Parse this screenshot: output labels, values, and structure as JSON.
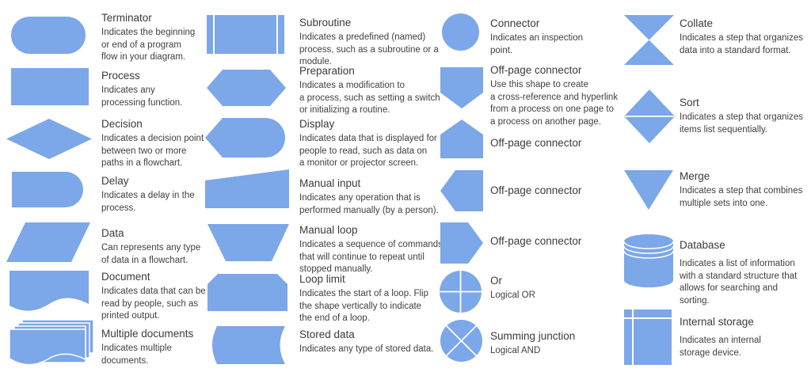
{
  "colors": {
    "shape_fill": "#7CA7E8",
    "shape_divider_line": "#FFFFFF",
    "title_text": "#3B3B3B",
    "description_text": "#404040",
    "background": "#FFFFFF"
  },
  "entries": [
    {
      "shape": "terminator",
      "title": "Terminator",
      "description": "Indicates the beginning\nor end of a program\nflow in your diagram."
    },
    {
      "shape": "process",
      "title": "Process",
      "description": "Indicates any\nprocessing function."
    },
    {
      "shape": "decision",
      "title": "Decision",
      "description": "Indicates a decision point\nbetween two or more\npaths in a flowchart."
    },
    {
      "shape": "delay",
      "title": "Delay",
      "description": "Indicates a delay in the\nprocess."
    },
    {
      "shape": "data",
      "title": "Data",
      "description": "Can represents any type\nof data in a flowchart."
    },
    {
      "shape": "document",
      "title": "Document",
      "description": "Indicates data that can be\nread by people, such as\nprinted output."
    },
    {
      "shape": "multiple-documents",
      "title": "Multiple documents",
      "description": "Indicates multiple\ndocuments."
    },
    {
      "shape": "subroutine",
      "title": "Subroutine",
      "description": "Indicates a predefined (named)\nprocess, such as a subroutine or a\nmodule."
    },
    {
      "shape": "preparation",
      "title": "Preparation",
      "description": "Indicates a modification to\na process, such as setting a switch\nor initializing a routine."
    },
    {
      "shape": "display",
      "title": "Display",
      "description": "Indicates data that is displayed for\npeople to read, such as data on\na monitor or projector screen."
    },
    {
      "shape": "manual-input",
      "title": "Manual input",
      "description": "Indicates any operation that is\nperformed manually (by a person)."
    },
    {
      "shape": "manual-loop",
      "title": "Manual loop",
      "description": "Indicates a sequence of commands\nthat will continue to repeat until\nstopped manually."
    },
    {
      "shape": "loop-limit",
      "title": "Loop limit",
      "description": "Indicates the start of a loop. Flip\nthe shape vertically to indicate\nthe end of a loop."
    },
    {
      "shape": "stored-data",
      "title": "Stored data",
      "description": "Indicates any type of stored data."
    },
    {
      "shape": "connector",
      "title": "Connector",
      "description": "Indicates an inspection\npoint."
    },
    {
      "shape": "off-page-connector-down",
      "title": "Off-page connector",
      "description": "Use this shape to create\na cross-reference and hyperlink\nfrom a process on one page to\na process on another page."
    },
    {
      "shape": "off-page-connector-up",
      "title": "Off-page connector",
      "description": ""
    },
    {
      "shape": "off-page-connector-left",
      "title": "Off-page connector",
      "description": ""
    },
    {
      "shape": "off-page-connector-right",
      "title": "Off-page connector",
      "description": ""
    },
    {
      "shape": "or",
      "title": "Or",
      "description": "Logical OR"
    },
    {
      "shape": "summing-junction",
      "title": "Summing junction",
      "description": "Logical AND"
    },
    {
      "shape": "collate",
      "title": "Collate",
      "description": "Indicates a step that organizes\ndata into a standard format."
    },
    {
      "shape": "sort",
      "title": "Sort",
      "description": "Indicates a step that organizes\nitems list sequentially."
    },
    {
      "shape": "merge",
      "title": "Merge",
      "description": "Indicates a step that combines\nmultiple sets into one."
    },
    {
      "shape": "database",
      "title": "Database",
      "description": "Indicates a list of information\nwith a standard structure that\nallows for searching and\nsorting."
    },
    {
      "shape": "internal-storage",
      "title": "Internal storage",
      "description": "Indicates an internal\nstorage device."
    }
  ]
}
